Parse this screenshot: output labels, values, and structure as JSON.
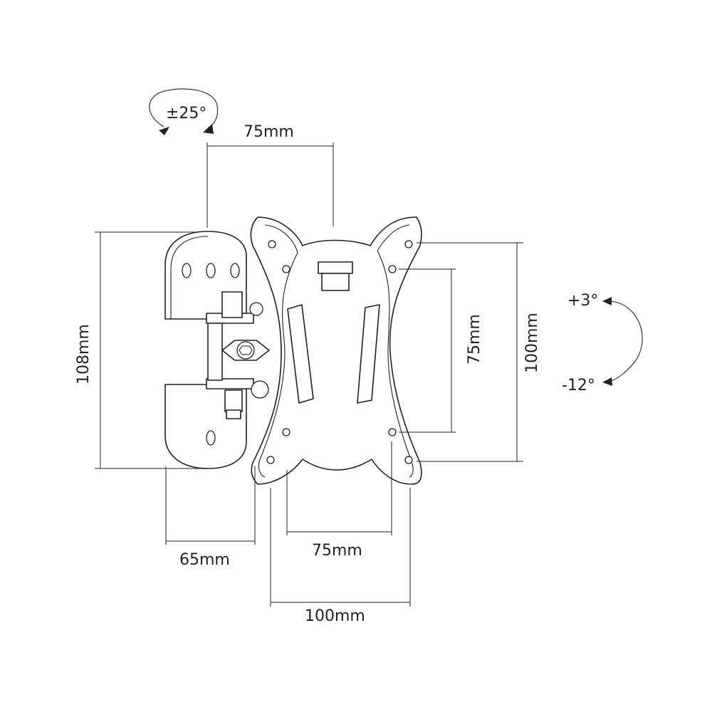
{
  "labels": {
    "swivel": "±25°",
    "top_width": "75mm",
    "height_108": "108mm",
    "vesa_height_75": "75mm",
    "vesa_height_100": "100mm",
    "tilt_up": "+3°",
    "tilt_down": "-12°",
    "depth": "65mm",
    "vesa_width_75": "75mm",
    "vesa_width_100": "100mm"
  },
  "colors": {
    "line": "#231f20",
    "background": "#ffffff"
  },
  "icons": [
    "swivel-arrow-icon",
    "tilt-arrow-icon"
  ]
}
